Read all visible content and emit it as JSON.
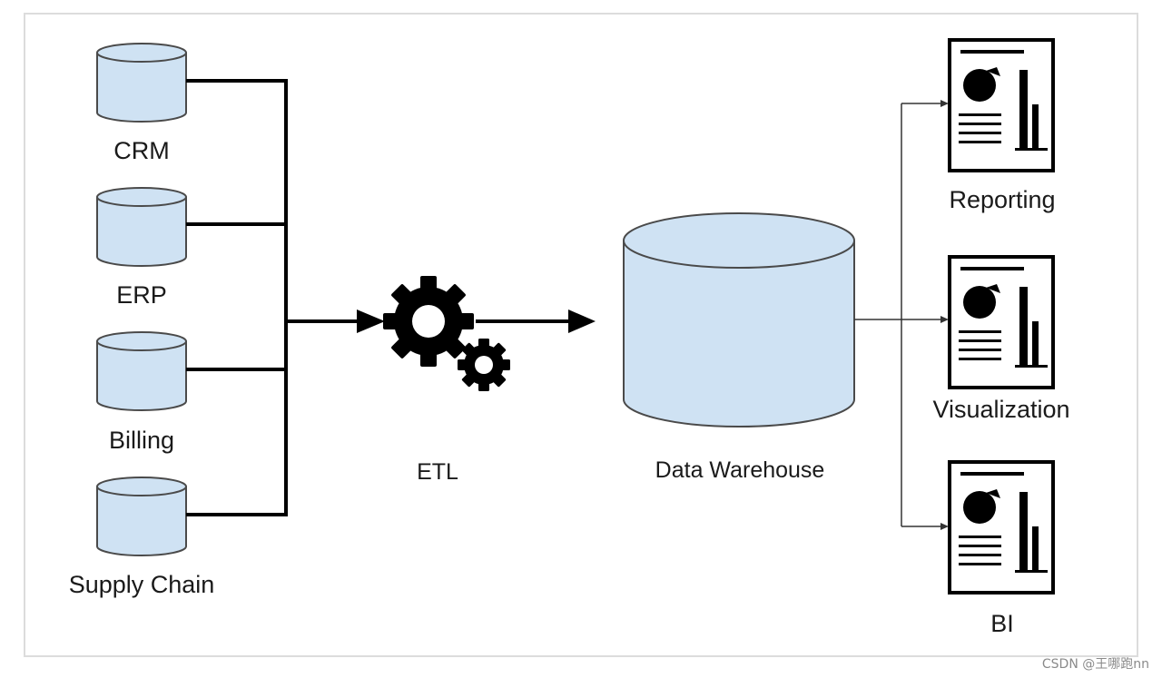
{
  "sources": [
    {
      "label": "CRM"
    },
    {
      "label": "ERP"
    },
    {
      "label": "Billing"
    },
    {
      "label": "Supply Chain"
    }
  ],
  "etl": {
    "label": "ETL"
  },
  "warehouse": {
    "label": "Data Warehouse"
  },
  "outputs": [
    {
      "label": "Reporting"
    },
    {
      "label": "Visualization"
    },
    {
      "label": "BI"
    }
  ],
  "watermark": "CSDN @王哪跑nn",
  "colors": {
    "cylinder_fill": "#cfe2f3",
    "stroke": "#000000",
    "cylinder_stroke": "#4a4a4a"
  },
  "icons": {
    "source": "database-cylinder-icon",
    "etl": "gears-icon",
    "warehouse": "database-cylinder-icon",
    "output": "report-document-icon"
  }
}
